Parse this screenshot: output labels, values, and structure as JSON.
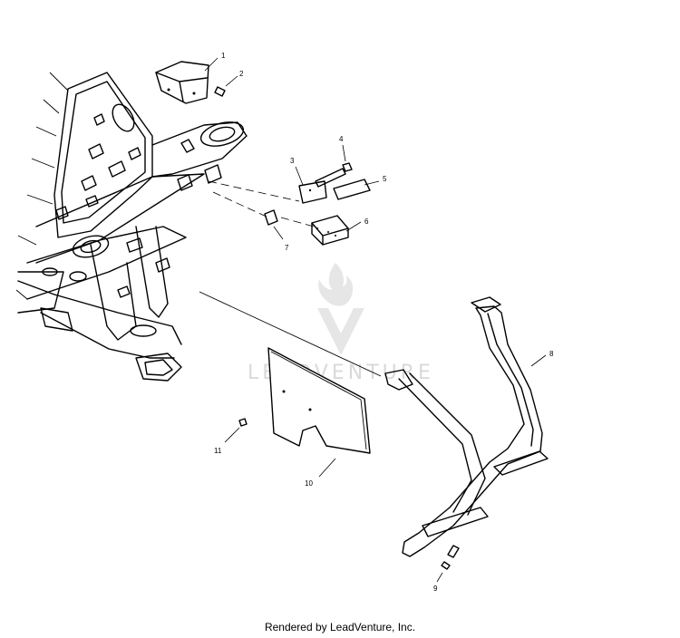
{
  "callouts": [
    "1",
    "2",
    "3",
    "4",
    "5",
    "6",
    "7",
    "8",
    "9",
    "10",
    "11"
  ],
  "watermark": "LEADVENTURE",
  "footer": "Rendered by LeadVenture, Inc."
}
